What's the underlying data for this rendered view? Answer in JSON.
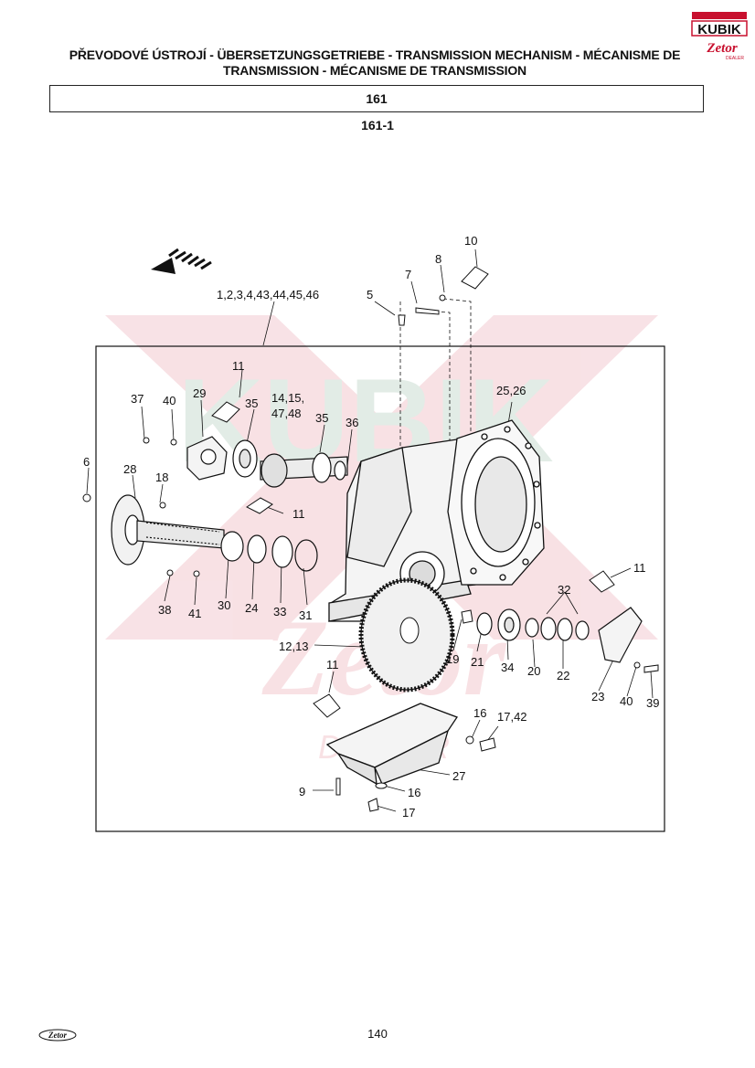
{
  "header": {
    "title_line1": "PŘEVODOVÉ ÚSTROJÍ - ÜBERSETZUNGSGETRIEBE - TRANSMISSION MECHANISM - MÉCANISME DE",
    "title_line2": "TRANSMISSION - MÉCANISME DE TRANSMISSION",
    "section": "161",
    "subsection": "161-1"
  },
  "logo": {
    "top_text": "KUBIK",
    "bottom_text": "Zetor",
    "tag": "DEALER",
    "brand_color": "#c8102e"
  },
  "watermark": {
    "top": "KUBIK",
    "middle": "Zetor",
    "bottom": "DEALER"
  },
  "callouts": {
    "c10": "10",
    "c8": "8",
    "c7": "7",
    "c5": "5",
    "c1": "1,2,3,4,43,44,45,46",
    "c11a": "11",
    "c37": "37",
    "c40a": "40",
    "c29": "29",
    "c35a": "35",
    "c14": "14,15,",
    "c47": "47,48",
    "c35b": "35",
    "c36": "36",
    "c25": "25,26",
    "c6": "6",
    "c28": "28",
    "c18": "18",
    "c11b": "11",
    "c38": "38",
    "c41": "41",
    "c30": "30",
    "c24": "24",
    "c33": "33",
    "c31": "31",
    "c11c": "11",
    "c32": "32",
    "c12": "12,13",
    "c19": "19",
    "c21": "21",
    "c34": "34",
    "c20": "20",
    "c22": "22",
    "c23": "23",
    "c40b": "40",
    "c39": "39",
    "c11d": "11",
    "c16a": "16",
    "c17a": "17,42",
    "c27": "27",
    "c9": "9",
    "c16b": "16",
    "c17b": "17"
  },
  "footer": {
    "page_number": "140",
    "logo_text": "Zetor"
  }
}
